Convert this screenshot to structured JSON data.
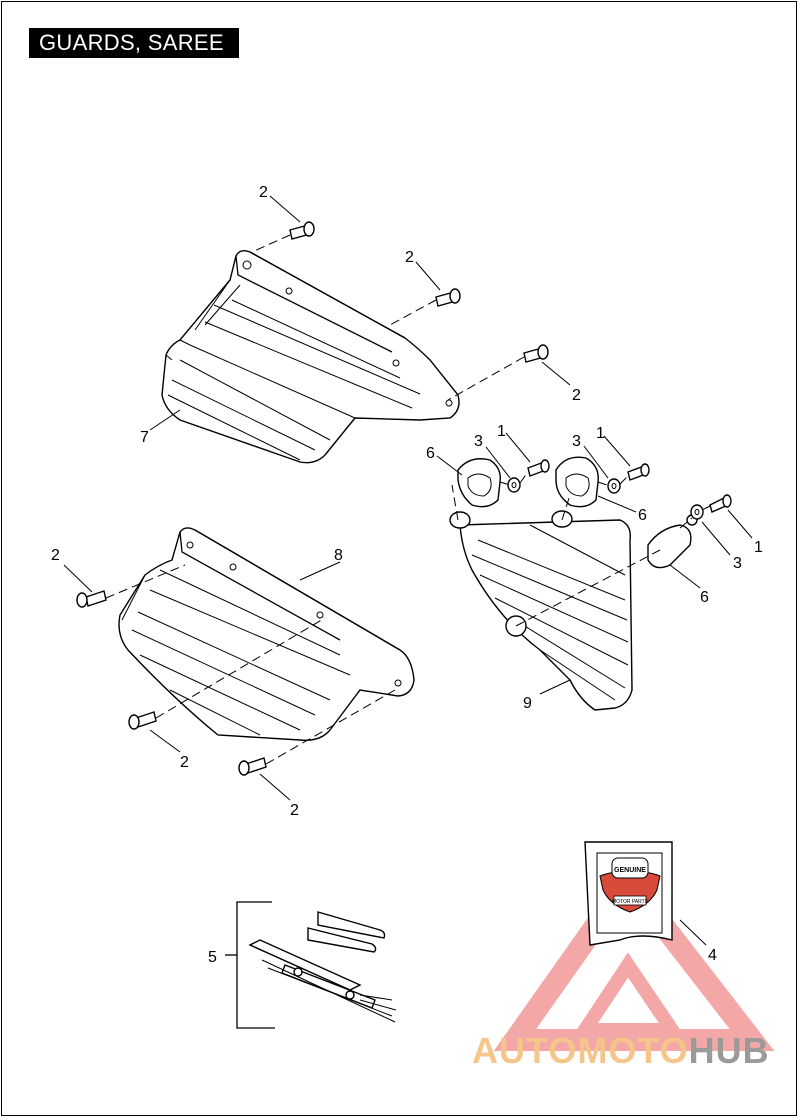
{
  "title": "GUARDS, SAREE",
  "callouts": {
    "c1a": "1",
    "c1b": "1",
    "c1c": "1",
    "c2a": "2",
    "c2b": "2",
    "c2c": "2",
    "c2d": "2",
    "c2e": "2",
    "c2f": "2",
    "c3a": "3",
    "c3b": "3",
    "c3c": "3",
    "c4": "4",
    "c5": "5",
    "c6a": "6",
    "c6b": "6",
    "c6c": "6",
    "c7": "7",
    "c8": "8",
    "c9": "9"
  },
  "badge": {
    "top": "GENUINE",
    "bottom": "MOTOR PARTS"
  },
  "watermark": {
    "part1": "AUTOMOTO",
    "part2": "HUB",
    "color1": "#f5c58a",
    "color2": "#9a9a9a",
    "triangle": "#f08a8a"
  },
  "icons": {
    "logo": "warning-triangle-icon",
    "badge": "genuine-parts-badge-icon"
  }
}
